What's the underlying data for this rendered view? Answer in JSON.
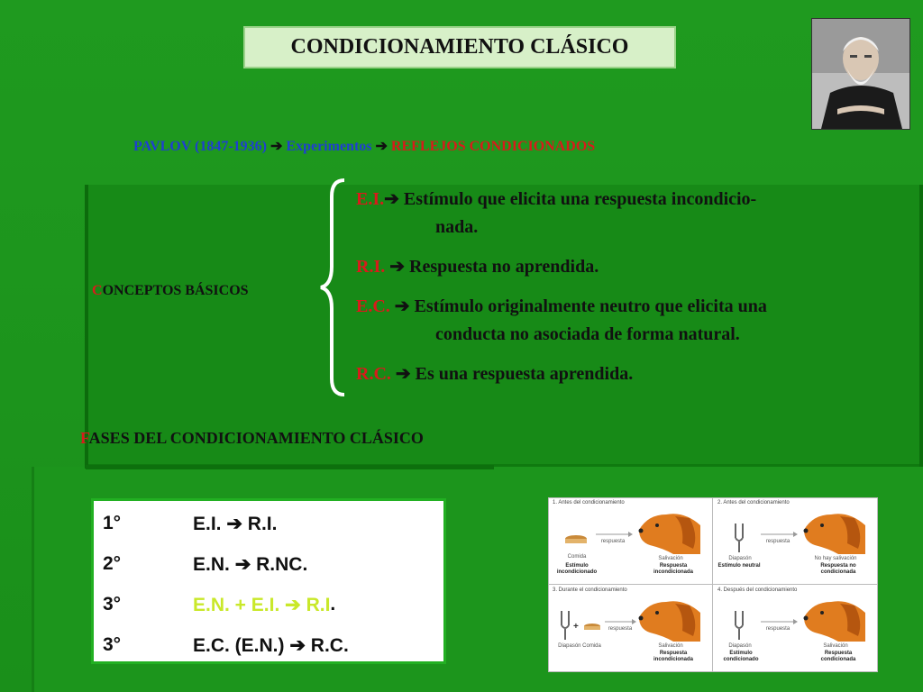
{
  "title": "CONDICIONAMIENTO CLÁSICO",
  "pavlov": {
    "name": "PAVLOV (1847-1936)",
    "arrow": "",
    "experiments": "Experimentos",
    "reflexes": "REFLEJOS CONDICIONADOS"
  },
  "conceptos": {
    "first": "C",
    "rest": "ONCEPTOS BÁSICOS"
  },
  "definitions": [
    {
      "abbr": "E.I.",
      "line1": " Estímulo que elicita una respuesta incondicio-",
      "line2": "nada."
    },
    {
      "abbr": "R.I.",
      "line1": " Respuesta no aprendida.",
      "line2": ""
    },
    {
      "abbr": "E.C.",
      "line1": " Estímulo originalmente neutro que elicita una",
      "line2": "conducta no asociada de forma natural."
    },
    {
      "abbr": "R.C.",
      "line1": "  Es una respuesta aprendida.",
      "line2": ""
    }
  ],
  "fases": {
    "first": "F",
    "rest": "ASES DEL CONDICIONAMIENTO CLÁSICO"
  },
  "phases": [
    {
      "num": "1°",
      "text": "E.I.  R.I."
    },
    {
      "num": "2°",
      "text": "E.N.  R.NC."
    },
    {
      "num": "3°",
      "text_a": "E.N. + E.I.  R.I",
      "text_b": "."
    },
    {
      "num": "3°",
      "text": "E.C. (E.N.)  R.C."
    }
  ],
  "diagram": {
    "panels": [
      {
        "title": "1. Antes del condicionamiento",
        "stim": "Comida",
        "stim_type": "Estímulo incondicionado",
        "arrow": "respuesta",
        "resp": "Salivación",
        "resp_type": "Respuesta incondicionada"
      },
      {
        "title": "2. Antes del condicionamiento",
        "stim": "Diapasón",
        "stim_type": "Estímulo neutral",
        "arrow": "respuesta",
        "resp": "No hay salivación",
        "resp_type": "Respuesta no condicionada"
      },
      {
        "title": "3. Durante el condicionamiento",
        "stim": "Diapasón  Comida",
        "stim_type": "",
        "arrow": "respuesta",
        "resp": "Salivación",
        "resp_type": "Respuesta incondicionada"
      },
      {
        "title": "4. Después del condicionamiento",
        "stim": "Diapasón",
        "stim_type": "Estímulo condicionado",
        "arrow": "respuesta",
        "resp": "Salivación",
        "resp_type": "Respuesta condicionada"
      }
    ]
  },
  "colors": {
    "background": "#1f9a1f",
    "blue_text": "#1f3fd1",
    "red_text": "#d81b1b",
    "highlight": "#c9e82a"
  }
}
